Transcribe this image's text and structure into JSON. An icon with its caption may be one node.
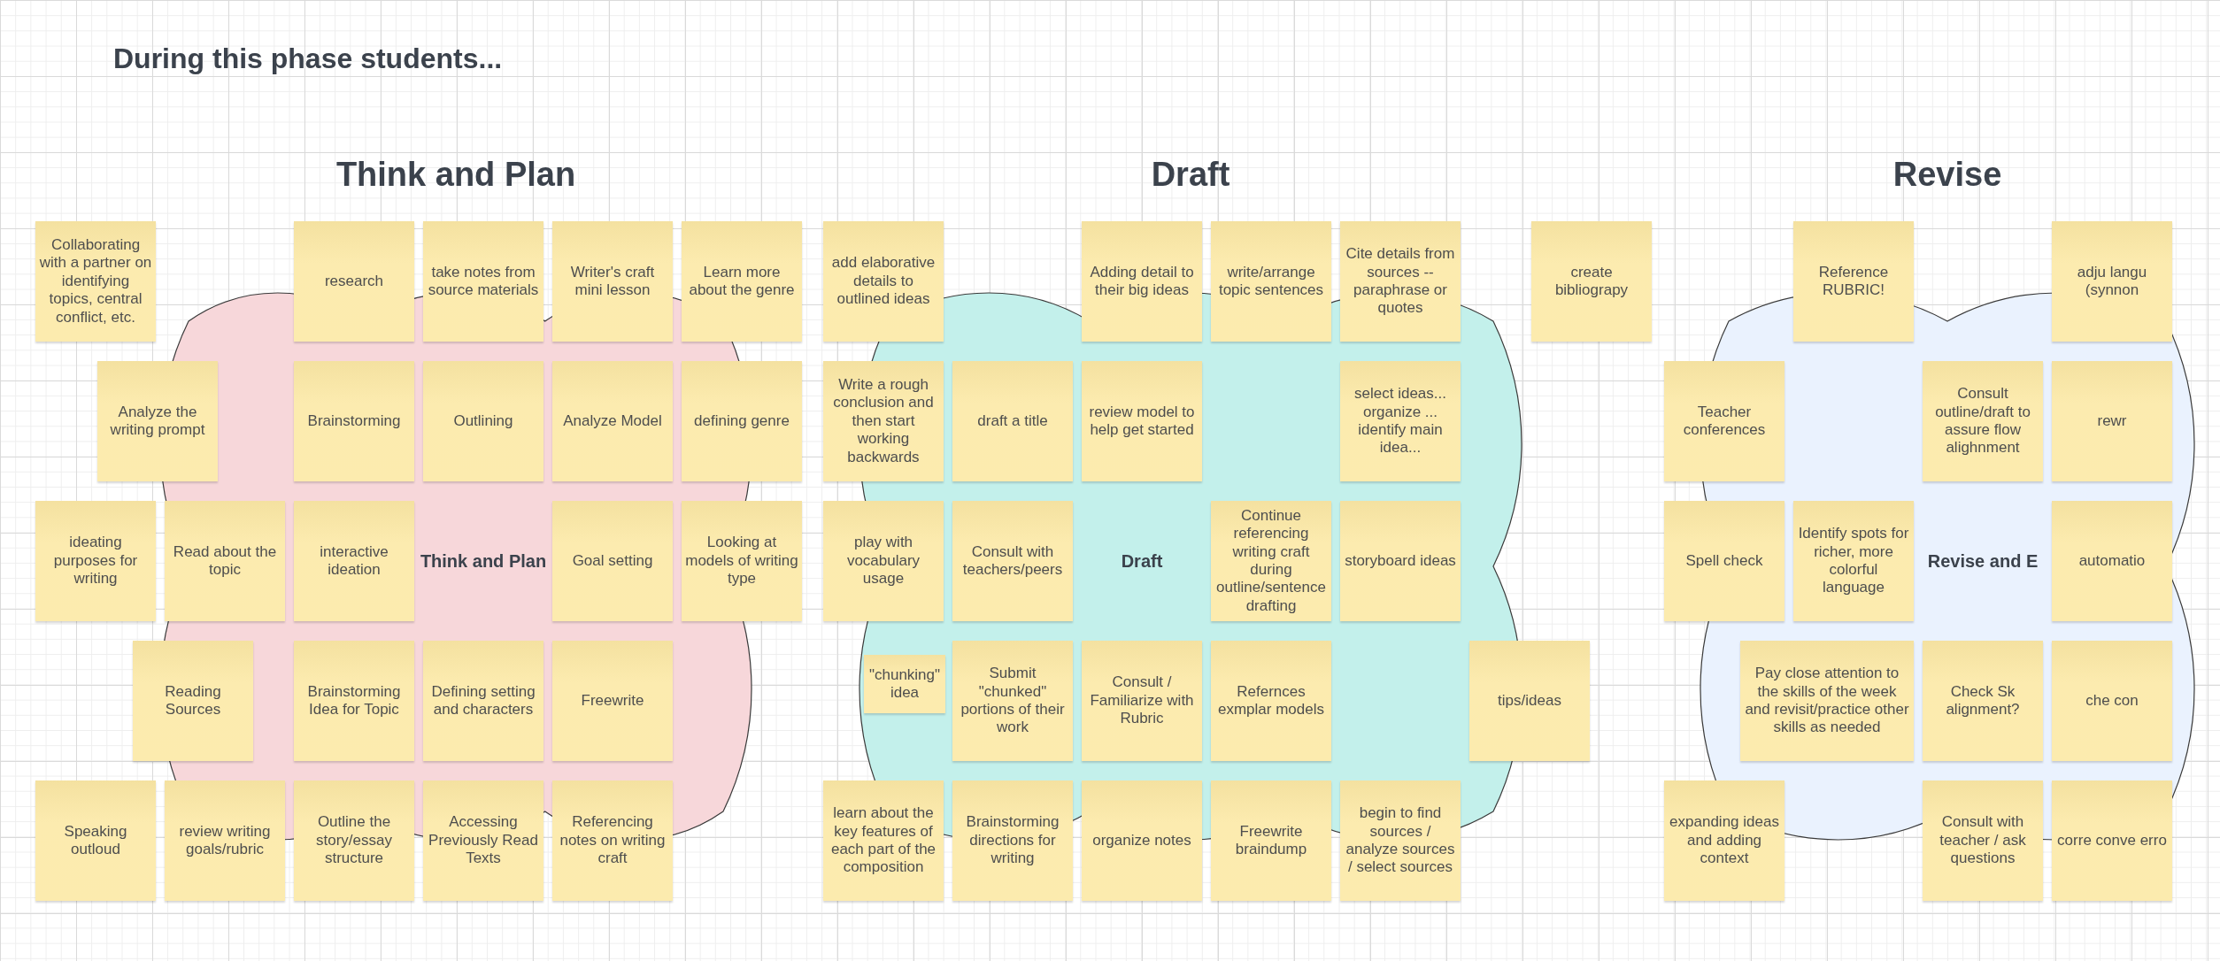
{
  "diagram": {
    "nodes": [
      {
        "text": [
          "Think and Plan"
        ]
      },
      {
        "text": [
          "Collaborating with a partner on identifying topics, central conflict, etc."
        ]
      },
      {
        "text": [
          "research"
        ]
      },
      {
        "text": [
          "take notes from source materials"
        ]
      },
      {
        "text": [
          "Writer's craft mini lesson"
        ]
      },
      {
        "text": [
          "Learn more about the genre"
        ]
      },
      {
        "text": [
          "Analyze the writing prompt"
        ]
      },
      {
        "text": [
          "Brainstorming"
        ],
        "in": 0
      },
      {
        "text": [
          "Outlining"
        ],
        "in": 0
      },
      {
        "text": [
          "Analyze Model"
        ],
        "in": 0
      },
      {
        "text": [
          "defining genre"
        ]
      },
      {
        "text": [
          "ideating purposes for writing"
        ]
      },
      {
        "text": [
          "Read about the topic"
        ],
        "in": 0
      },
      {
        "text": [
          "interactive ideation"
        ],
        "in": 0
      },
      {
        "text": [
          "Goal setting"
        ],
        "in": 0
      },
      {
        "text": [
          "Looking at models of writing type"
        ]
      },
      {
        "text": [
          "Reading Sources"
        ]
      },
      {
        "text": [
          "Brainstorming Idea for Topic"
        ],
        "in": 0
      },
      {
        "text": [
          "Defining setting and characters"
        ],
        "in": 0
      },
      {
        "text": [
          "Freewrite"
        ],
        "in": 0
      },
      {
        "text": [
          "Speaking outloud"
        ]
      },
      {
        "text": [
          "review writing goals/rubric"
        ]
      },
      {
        "text": [
          "Outline the story/essay structure"
        ]
      },
      {
        "text": [
          "Accessing Previously Read Texts"
        ]
      },
      {
        "text": [
          "Referencing notes on writing craft"
        ]
      },
      {
        "text": [
          "Draft"
        ]
      },
      {
        "text": [
          "add elaborative details to outlined ideas"
        ]
      },
      {
        "text": [
          "Adding detail to their big ideas"
        ]
      },
      {
        "text": [
          "write/arrange topic sentences"
        ]
      },
      {
        "text": [
          "Cite details from sources -- paraphrase or quotes"
        ]
      },
      {
        "text": [
          "create bibliograpy"
        ]
      },
      {
        "text": [
          "Write a rough conclusion and then start working backwards"
        ]
      },
      {
        "text": [
          "draft a title"
        ],
        "in": 25
      },
      {
        "text": [
          "review model to help get started"
        ],
        "in": 25
      },
      {
        "text": [
          "select ideas... organize ... identify main idea..."
        ],
        "in": 25
      },
      {
        "text": [
          "Continue referencing writing craft during outline/sentence drafting"
        ],
        "in": 25
      },
      {
        "text": [
          "play with vocabulary usage"
        ]
      },
      {
        "text": [
          "Consult with teachers/peers"
        ],
        "in": 25
      },
      {
        "text": [
          "storyboard ideas"
        ],
        "in": 25
      },
      {
        "text": [
          "\"chunking\" idea"
        ],
        "in": 25
      },
      {
        "text": [
          "Submit \"chunked\" portions of their work"
        ],
        "in": 25
      },
      {
        "text": [
          "Consult / Familiarize with Rubric"
        ],
        "in": 25
      },
      {
        "text": [
          "Refernces exmplar models"
        ],
        "in": 25
      },
      {
        "text": [
          "learn about the key features of each part of the composition"
        ]
      },
      {
        "text": [
          "tips/ideas"
        ]
      },
      {
        "text": [
          "Brainstorming directions for writing"
        ]
      },
      {
        "text": [
          "organize notes"
        ]
      },
      {
        "text": [
          "Freewrite braindump"
        ]
      },
      {
        "text": [
          "begin to find sources / analyze sources / select sources"
        ]
      },
      {
        "text": [
          "Revise and E"
        ]
      },
      {
        "text": [
          "Reference RUBRIC!"
        ]
      },
      {
        "text": [
          "adju langu (synnon"
        ]
      },
      {
        "text": [
          "Consult outline/draft to assure flow alighnment"
        ],
        "in": 49
      },
      {
        "text": [
          "Teacher conferences"
        ]
      },
      {
        "text": [
          "rewr"
        ],
        "in": 49
      },
      {
        "text": [
          "Identify spots for richer, more colorful language"
        ],
        "in": 49
      },
      {
        "text": [
          "Spell check"
        ]
      },
      {
        "text": [
          "automatio"
        ],
        "in": 49
      },
      {
        "text": [
          "Pay close attention to the skills of the week and revisit/practice other skills as needed"
        ],
        "in": 49
      },
      {
        "text": [
          "Check Sk alignment?"
        ],
        "in": 49
      },
      {
        "text": [
          "che con"
        ],
        "in": 49
      },
      {
        "text": [
          "expanding ideas and adding context"
        ]
      },
      {
        "text": [
          "Consult with teacher / ask questions"
        ]
      },
      {
        "text": [
          "corre conve erro"
        ]
      }
    ],
    "labels": [
      "During this phase students...",
      "Think and Plan",
      "Draft",
      "Revise"
    ]
  }
}
